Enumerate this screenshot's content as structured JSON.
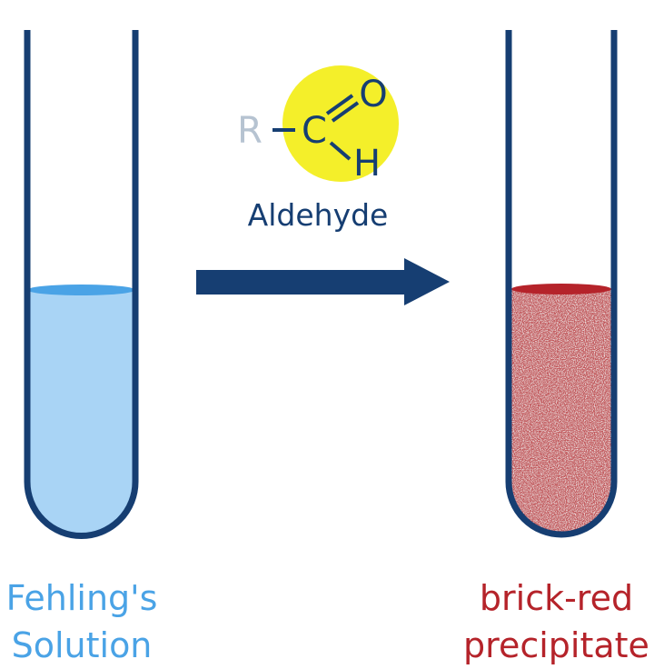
{
  "reagent": {
    "label_line1": "Fehling's",
    "label_line2": "Solution",
    "color": "#a9d4f5"
  },
  "product": {
    "label_line1": "brick-red",
    "label_line2": "precipitate",
    "color": "#c2585c"
  },
  "reaction": {
    "reagent_name": "Aldehyde",
    "r_group": "R",
    "carbon": "C",
    "oxygen": "O",
    "hydrogen": "H",
    "highlight_color": "#f4ef2a",
    "arrow_color": "#163e72"
  }
}
